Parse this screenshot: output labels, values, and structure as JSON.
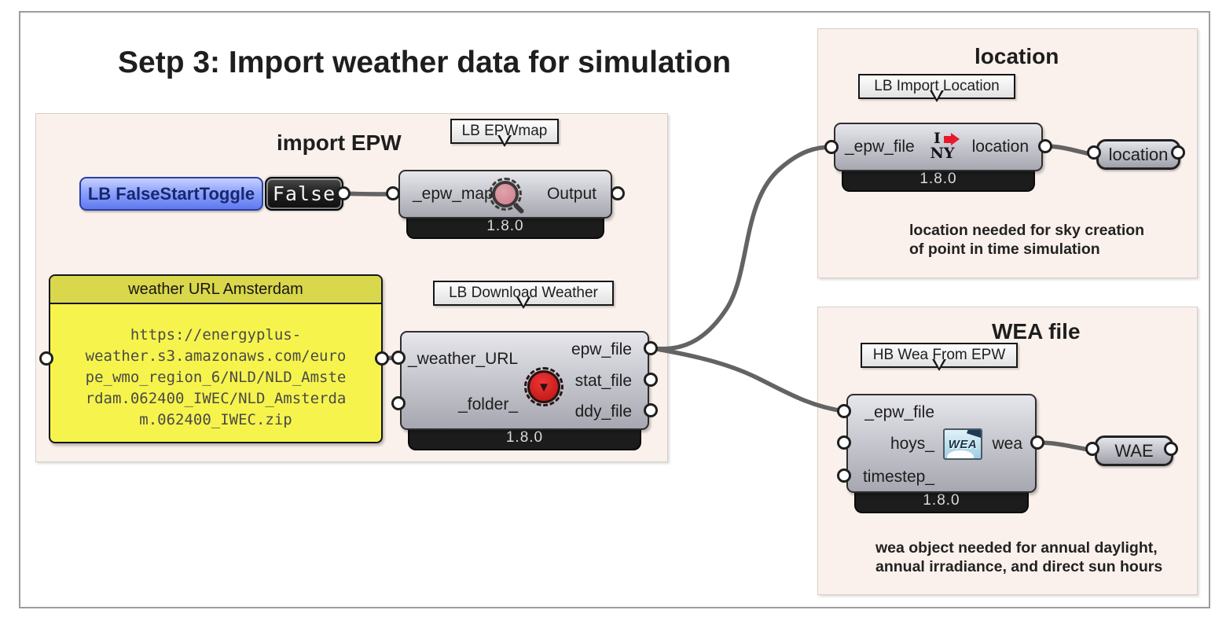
{
  "title": "Setp 3: Import weather data for simulation",
  "colors": {
    "group_background": "#fbf1ec",
    "wire": "#636363",
    "panel_yellow": "#f6f44c",
    "panel_header_yellow": "#d9d74b",
    "toggle_blue": "#8ea3fb",
    "component_gray": "#c9c9d1",
    "version_bar_black": "#1c1c1c",
    "accent_red": "#e8192c"
  },
  "import_epw_group": {
    "label": "import EPW",
    "false_start_toggle": {
      "label": "LB FalseStartToggle",
      "value": "False"
    },
    "epw_map": {
      "name_tag": "LB EPWmap",
      "input": "_epw_map",
      "output": "Output",
      "version": "1.8.0"
    },
    "weather_url_panel": {
      "header": "weather URL Amsterdam",
      "lines": [
        "https://energyplus-",
        "weather.s3.amazonaws.com/euro",
        "pe_wmo_region_6/NLD/NLD_Amste",
        "rdam.062400_IWEC/NLD_Amsterda",
        "m.062400_IWEC.zip"
      ]
    },
    "download_weather": {
      "name_tag": "LB Download Weather",
      "inputs": [
        "_weather_URL",
        "_folder_"
      ],
      "outputs": [
        "epw_file",
        "stat_file",
        "ddy_file"
      ],
      "version": "1.8.0"
    }
  },
  "location_group": {
    "label": "location",
    "import_location": {
      "name_tag": "LB Import Location",
      "input": "_epw_file",
      "output": "location",
      "version": "1.8.0",
      "icon_line1": "I",
      "icon_line2": "NY"
    },
    "output_param": "location",
    "caption_lines": [
      "location needed for sky creation",
      "of point in time simulation"
    ]
  },
  "wea_group": {
    "label": "WEA file",
    "wea_from_epw": {
      "name_tag": "HB Wea From EPW",
      "inputs": [
        "_epw_file",
        "hoys_",
        "timestep_"
      ],
      "output": "wea",
      "version": "1.8.0",
      "icon_label": "WEA"
    },
    "output_param": "WAE",
    "caption_lines": [
      "wea object needed for annual daylight,",
      "annual irradiance, and direct sun hours"
    ]
  }
}
